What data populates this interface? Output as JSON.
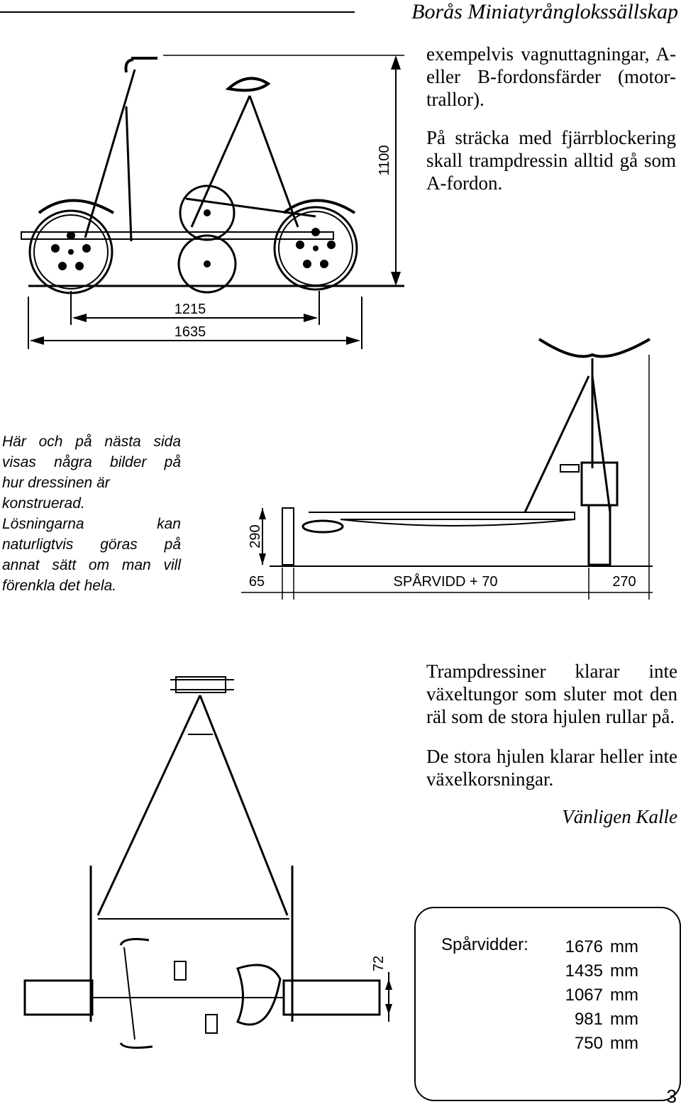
{
  "header": {
    "title": "Borås Miniatyrånglokssällskap"
  },
  "intro": {
    "lines": [
      "exempelvis vagnuttagningar, A-",
      "eller B-fordonsfärder (motor-",
      "trallor)."
    ],
    "lines2": [
      "På sträcka med fjärrblockering",
      "skall trampdressin alltid gå som",
      "A-fordon."
    ]
  },
  "side_view": {
    "height_dim": "1100",
    "wheelbase_dim": "1215",
    "length_dim": "1635"
  },
  "side_note": {
    "lines": [
      "Här och på nästa sida",
      "visas några bilder på",
      "hur dressinen är",
      "konstruerad.",
      "Lösningarna kan",
      "naturligtvis göras på",
      "annat sätt om man vill",
      "förenkla det hela."
    ]
  },
  "front_view": {
    "height_dim": "290",
    "left_dim": "65",
    "track_dim": "SPÅRVIDD + 70",
    "right_dim": "270"
  },
  "switch_note": {
    "lines": [
      "Trampdressiner klarar inte",
      "växeltungor som sluter mot den",
      "räl som de stora hjulen rullar på."
    ],
    "lines2": [
      "De stora hjulen klarar heller inte",
      "växelkorsningar."
    ],
    "signature": "Vänligen Kalle"
  },
  "top_view": {
    "dim": "72"
  },
  "gauges": {
    "label": "Spårvidder:",
    "items": [
      {
        "value": "1676",
        "unit": "mm"
      },
      {
        "value": "1435",
        "unit": "mm"
      },
      {
        "value": "1067",
        "unit": "mm"
      },
      {
        "value": "981",
        "unit": "mm"
      },
      {
        "value": "750",
        "unit": "mm"
      }
    ]
  },
  "page": {
    "number": "3"
  }
}
